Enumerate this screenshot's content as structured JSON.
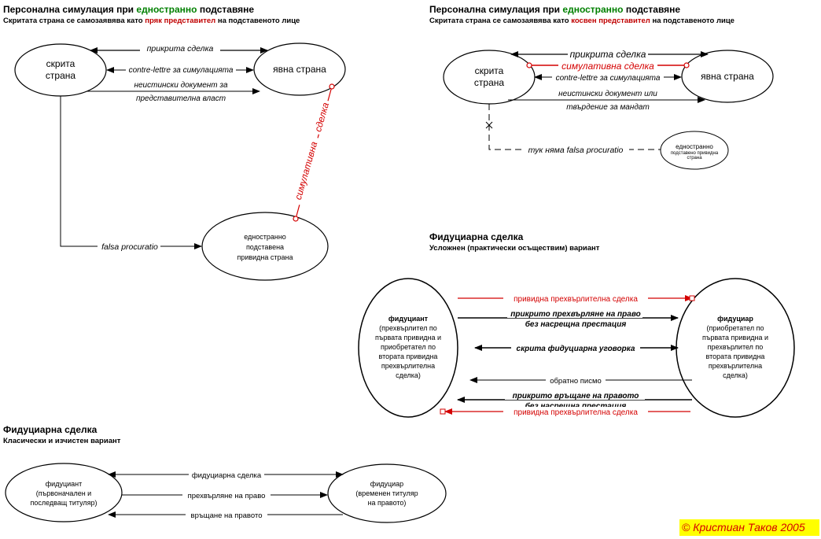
{
  "panel1": {
    "title": "Персонална симулация при едностранно подставяне",
    "title_pre": "Персонална симулация при ",
    "title_hl": "едностранно",
    "title_post": " подставяне",
    "subtitle_pre": "Скритата страна се самозаявява като ",
    "subtitle_hl": "пряк представител",
    "subtitle_post": " на подставеното лице",
    "node_hidden_1": "скрита",
    "node_hidden_2": "страна",
    "node_apparent": "явна страна",
    "node_substitute_1": "едностранно",
    "node_substitute_2": "подставена",
    "node_substitute_3": "привидна страна",
    "label_hidden_deal": "прикрита сделка",
    "label_contre_lettre": "contre-lettre за симулацията",
    "label_fake_doc_1": "неистински документ за",
    "label_fake_doc_2": "представителна власт",
    "label_simulated_deal": "симулативна",
    "label_simulated_deal_2": "сделка",
    "label_falsa": "falsa procuratio"
  },
  "panel2": {
    "title_pre": "Персонална симулация при ",
    "title_hl": "едностранно",
    "title_post": " подставяне",
    "subtitle_pre": "Скритата страна се самозаявява като ",
    "subtitle_hl": "косвен представител",
    "subtitle_post": " на подставеното лице",
    "node_hidden_1": "скрита",
    "node_hidden_2": "страна",
    "node_apparent": "явна страна",
    "node_substitute_1": "едностранно",
    "node_substitute_2": "подставено привидна",
    "node_substitute_3": "страна",
    "label_hidden_deal": "прикрита сделка",
    "label_simulated_deal": "симулативна сделка",
    "label_contre_lettre": "contre-lettre за симулацията",
    "label_fake_doc_1": "неистински документ или",
    "label_fake_doc_2": "твърдение за мандат",
    "label_no_falsa": "тук няма falsa procuratio"
  },
  "panel3": {
    "title": "Фидуциарна сделка",
    "subtitle": "Усложнен (практически осъществим) вариант",
    "left_lines": [
      "фидуциант",
      "(прехвърлител по",
      "първата привидна и",
      "приобретател по",
      "втората привидна",
      "прехвърлителна",
      "сделка)"
    ],
    "right_lines": [
      "фидуциар",
      "(приобретател по",
      "първата привидна и",
      "прехвърлител по",
      "втората привидна",
      "прехвърлителна",
      "сделка)"
    ],
    "label_apparent_1": "привидна прехвърлителна сделка",
    "label_hidden_transfer_1": "прикрито прехвърляне на право",
    "label_hidden_transfer_2": "без насрещна престация",
    "label_fiduciary_agreement": "скрита фидуциарна уговорка",
    "label_reverse_letter": "обратно писмо",
    "label_hidden_return_1": "прикрито връщане на правото",
    "label_hidden_return_2": "без насрещна престация",
    "label_apparent_2": "привидна прехвърлителна сделка"
  },
  "panel4": {
    "title": "Фидуциарна сделка",
    "subtitle": "Класически и изчистен вариант",
    "left_1": "фидуциант",
    "left_2": "(първоначален и",
    "left_3": "последващ титуляр)",
    "right_1": "фидуциар",
    "right_2": "(временен титуляр",
    "right_3": "на правото)",
    "label_deal": "фидуциарна сделка",
    "label_transfer": "прехвърляне на право",
    "label_return": "връщане на правото"
  },
  "copyright": "© Кристиан Таков 2005",
  "colors": {
    "highlight_green": "#008000",
    "highlight_red": "#c00000",
    "simulated_red": "#d40000",
    "copyright_bg": "#ffff00"
  }
}
